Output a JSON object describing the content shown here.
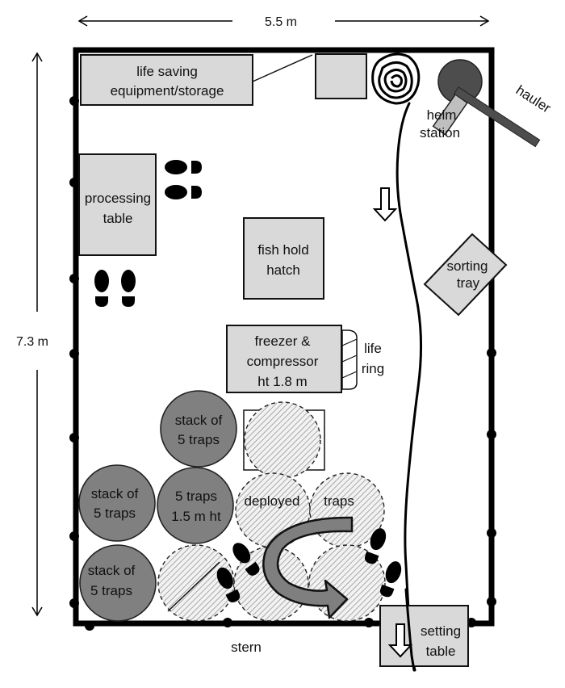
{
  "diagram": {
    "title": "Fishing vessel deck layout",
    "dimensions": {
      "width_label": "5.5 m",
      "length_label": "7.3 m"
    },
    "labels": {
      "life_saving_line1": "life saving",
      "life_saving_line2": "equipment/storage",
      "helm_line1": "helm",
      "helm_line2": "station",
      "hauler": "hauler",
      "processing_line1": "processing",
      "processing_line2": "table",
      "fish_hold_line1": "fish hold",
      "fish_hold_line2": "hatch",
      "sorting_line1": "sorting",
      "sorting_line2": "tray",
      "freezer_line1": "freezer &",
      "freezer_line2": "compressor",
      "freezer_line3": "ht 1.8 m",
      "life_ring_line1": "life",
      "life_ring_line2": "ring",
      "stern": "stern",
      "setting_line1": "setting",
      "setting_line2": "table",
      "deployed": "deployed",
      "traps": "traps"
    },
    "trap_stacks": [
      {
        "line1": "stack of",
        "line2": "5 traps"
      },
      {
        "line1": "stack of",
        "line2": "5 traps"
      },
      {
        "line1": "5 traps",
        "line2": "1.5 m ht"
      },
      {
        "line1": "stack of",
        "line2": "5 traps"
      }
    ],
    "colors": {
      "equipment_fill": "#d9d9d9",
      "trap_stack_fill": "#808080",
      "hauler_fill": "#4d4d4d",
      "curved_arrow_fill": "#7f7f7f",
      "wall": "#000000"
    }
  }
}
